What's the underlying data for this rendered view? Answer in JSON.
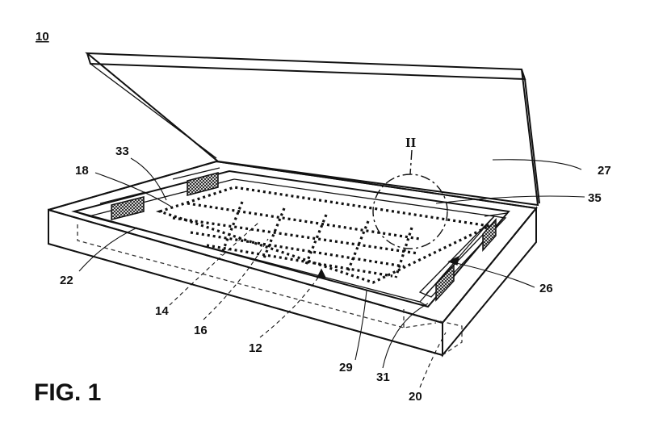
{
  "figure_label": "FIG. 1",
  "refs": {
    "r10": "10",
    "r33": "33",
    "r18": "18",
    "r22": "22",
    "r14": "14",
    "r16": "16",
    "r12": "12",
    "r29": "29",
    "r31": "31",
    "r20": "20",
    "r26": "26",
    "r35": "35",
    "r27": "27",
    "rII": "II"
  }
}
